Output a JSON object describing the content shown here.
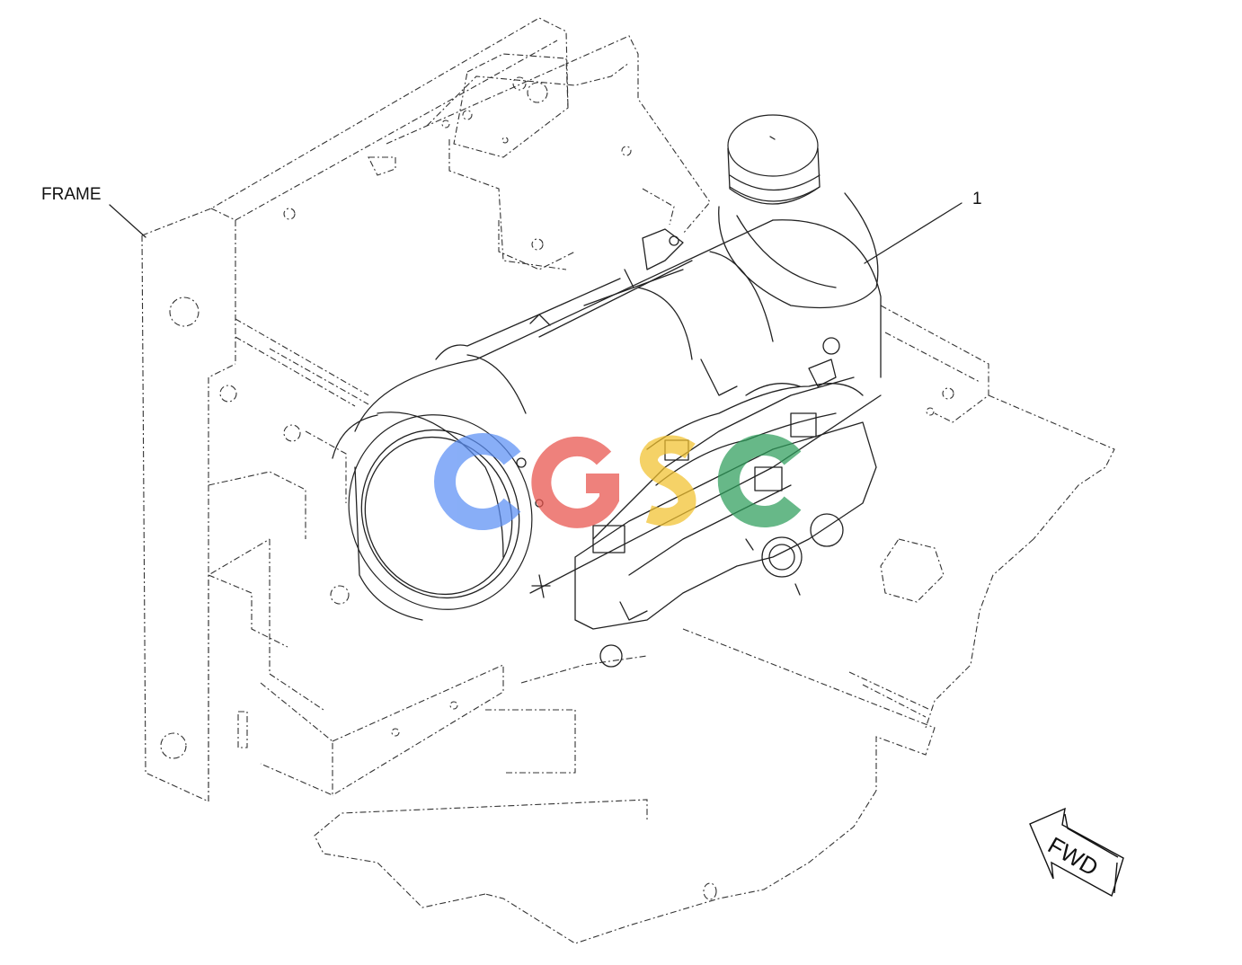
{
  "labels": {
    "frame": "FRAME",
    "callout_1": "1",
    "direction": "FWD"
  },
  "watermark": {
    "letters": [
      {
        "char": "C",
        "color": "#5b8ff5"
      },
      {
        "char": "G",
        "color": "#e8524a"
      },
      {
        "char": "S",
        "color": "#f2c12e"
      },
      {
        "char": "C",
        "color": "#2e9e5b"
      }
    ]
  },
  "icons": [
    "fwd-arrow-icon"
  ]
}
